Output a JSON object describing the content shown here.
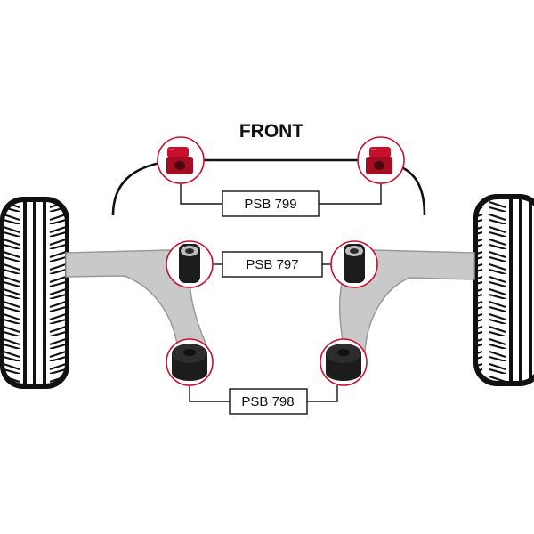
{
  "title": "FRONT",
  "parts": [
    {
      "label": "PSB 799",
      "bush_color": "red"
    },
    {
      "label": "PSB 797",
      "bush_color": "black"
    },
    {
      "label": "PSB 798",
      "bush_color": "black"
    }
  ],
  "colors": {
    "arm_fill": "#c9c9c9",
    "arm_stroke": "#9a9a9a",
    "tyre": "#111111",
    "red_bush": "#c8102e",
    "black_bush": "#1c1c1c",
    "callout_ring": "#c8102e",
    "line": "#111111"
  }
}
